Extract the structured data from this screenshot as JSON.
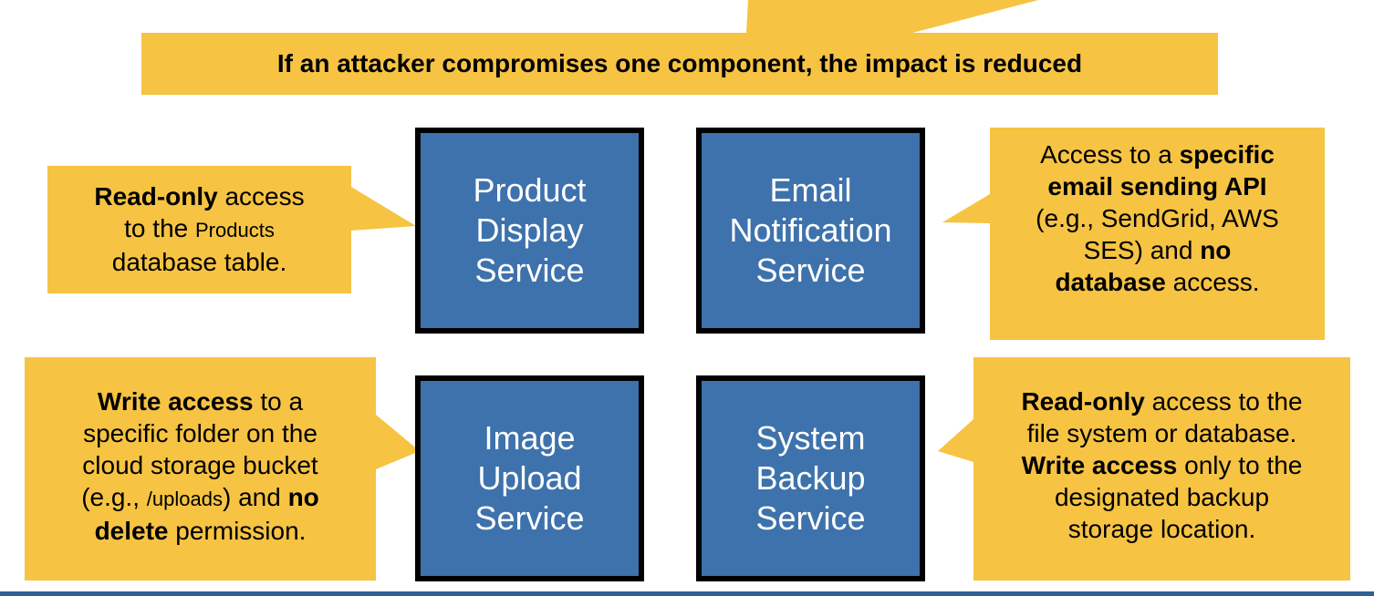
{
  "headline": "If an attacker compromises one component, the impact is reduced",
  "colors": {
    "callout_fill": "#f6c343",
    "box_fill": "#3e72ac",
    "box_border": "#000000",
    "box_text": "#ffffff",
    "rule": "#2f5f93"
  },
  "services": [
    {
      "lines": [
        "Product",
        "Display",
        "Service"
      ]
    },
    {
      "lines": [
        "Email",
        "Notification",
        "Service"
      ]
    },
    {
      "lines": [
        "Image",
        "Upload",
        "Service"
      ]
    },
    {
      "lines": [
        "System",
        "Backup",
        "Service"
      ]
    }
  ],
  "callouts": {
    "product": {
      "l1_bold": "Read-only",
      "l1_rest": " access",
      "l2_pre": "to the ",
      "l2_small": "Products",
      "l3": "database table."
    },
    "email": {
      "l1_pre": "Access to a ",
      "l1_bold": "specific",
      "l2_bold": "email sending API",
      "l3": "(e.g., SendGrid, AWS",
      "l4_pre": "SES) and ",
      "l4_bold": "no",
      "l5_bold": "database",
      "l5_rest": " access."
    },
    "upload": {
      "l1_bold": "Write access",
      "l1_rest": " to a",
      "l2": "specific folder on the",
      "l3": "cloud storage bucket",
      "l4_pre": "(e.g., ",
      "l4_small": "/uploads",
      "l4_mid": ") and ",
      "l4_bold": "no",
      "l5_bold": "delete",
      "l5_rest": " permission."
    },
    "backup": {
      "l1_bold": "Read-only",
      "l1_rest": " access to the",
      "l2": "file system or database.",
      "l3_bold": "Write access",
      "l3_rest": " only to the",
      "l4": "designated backup",
      "l5": "storage location."
    }
  }
}
